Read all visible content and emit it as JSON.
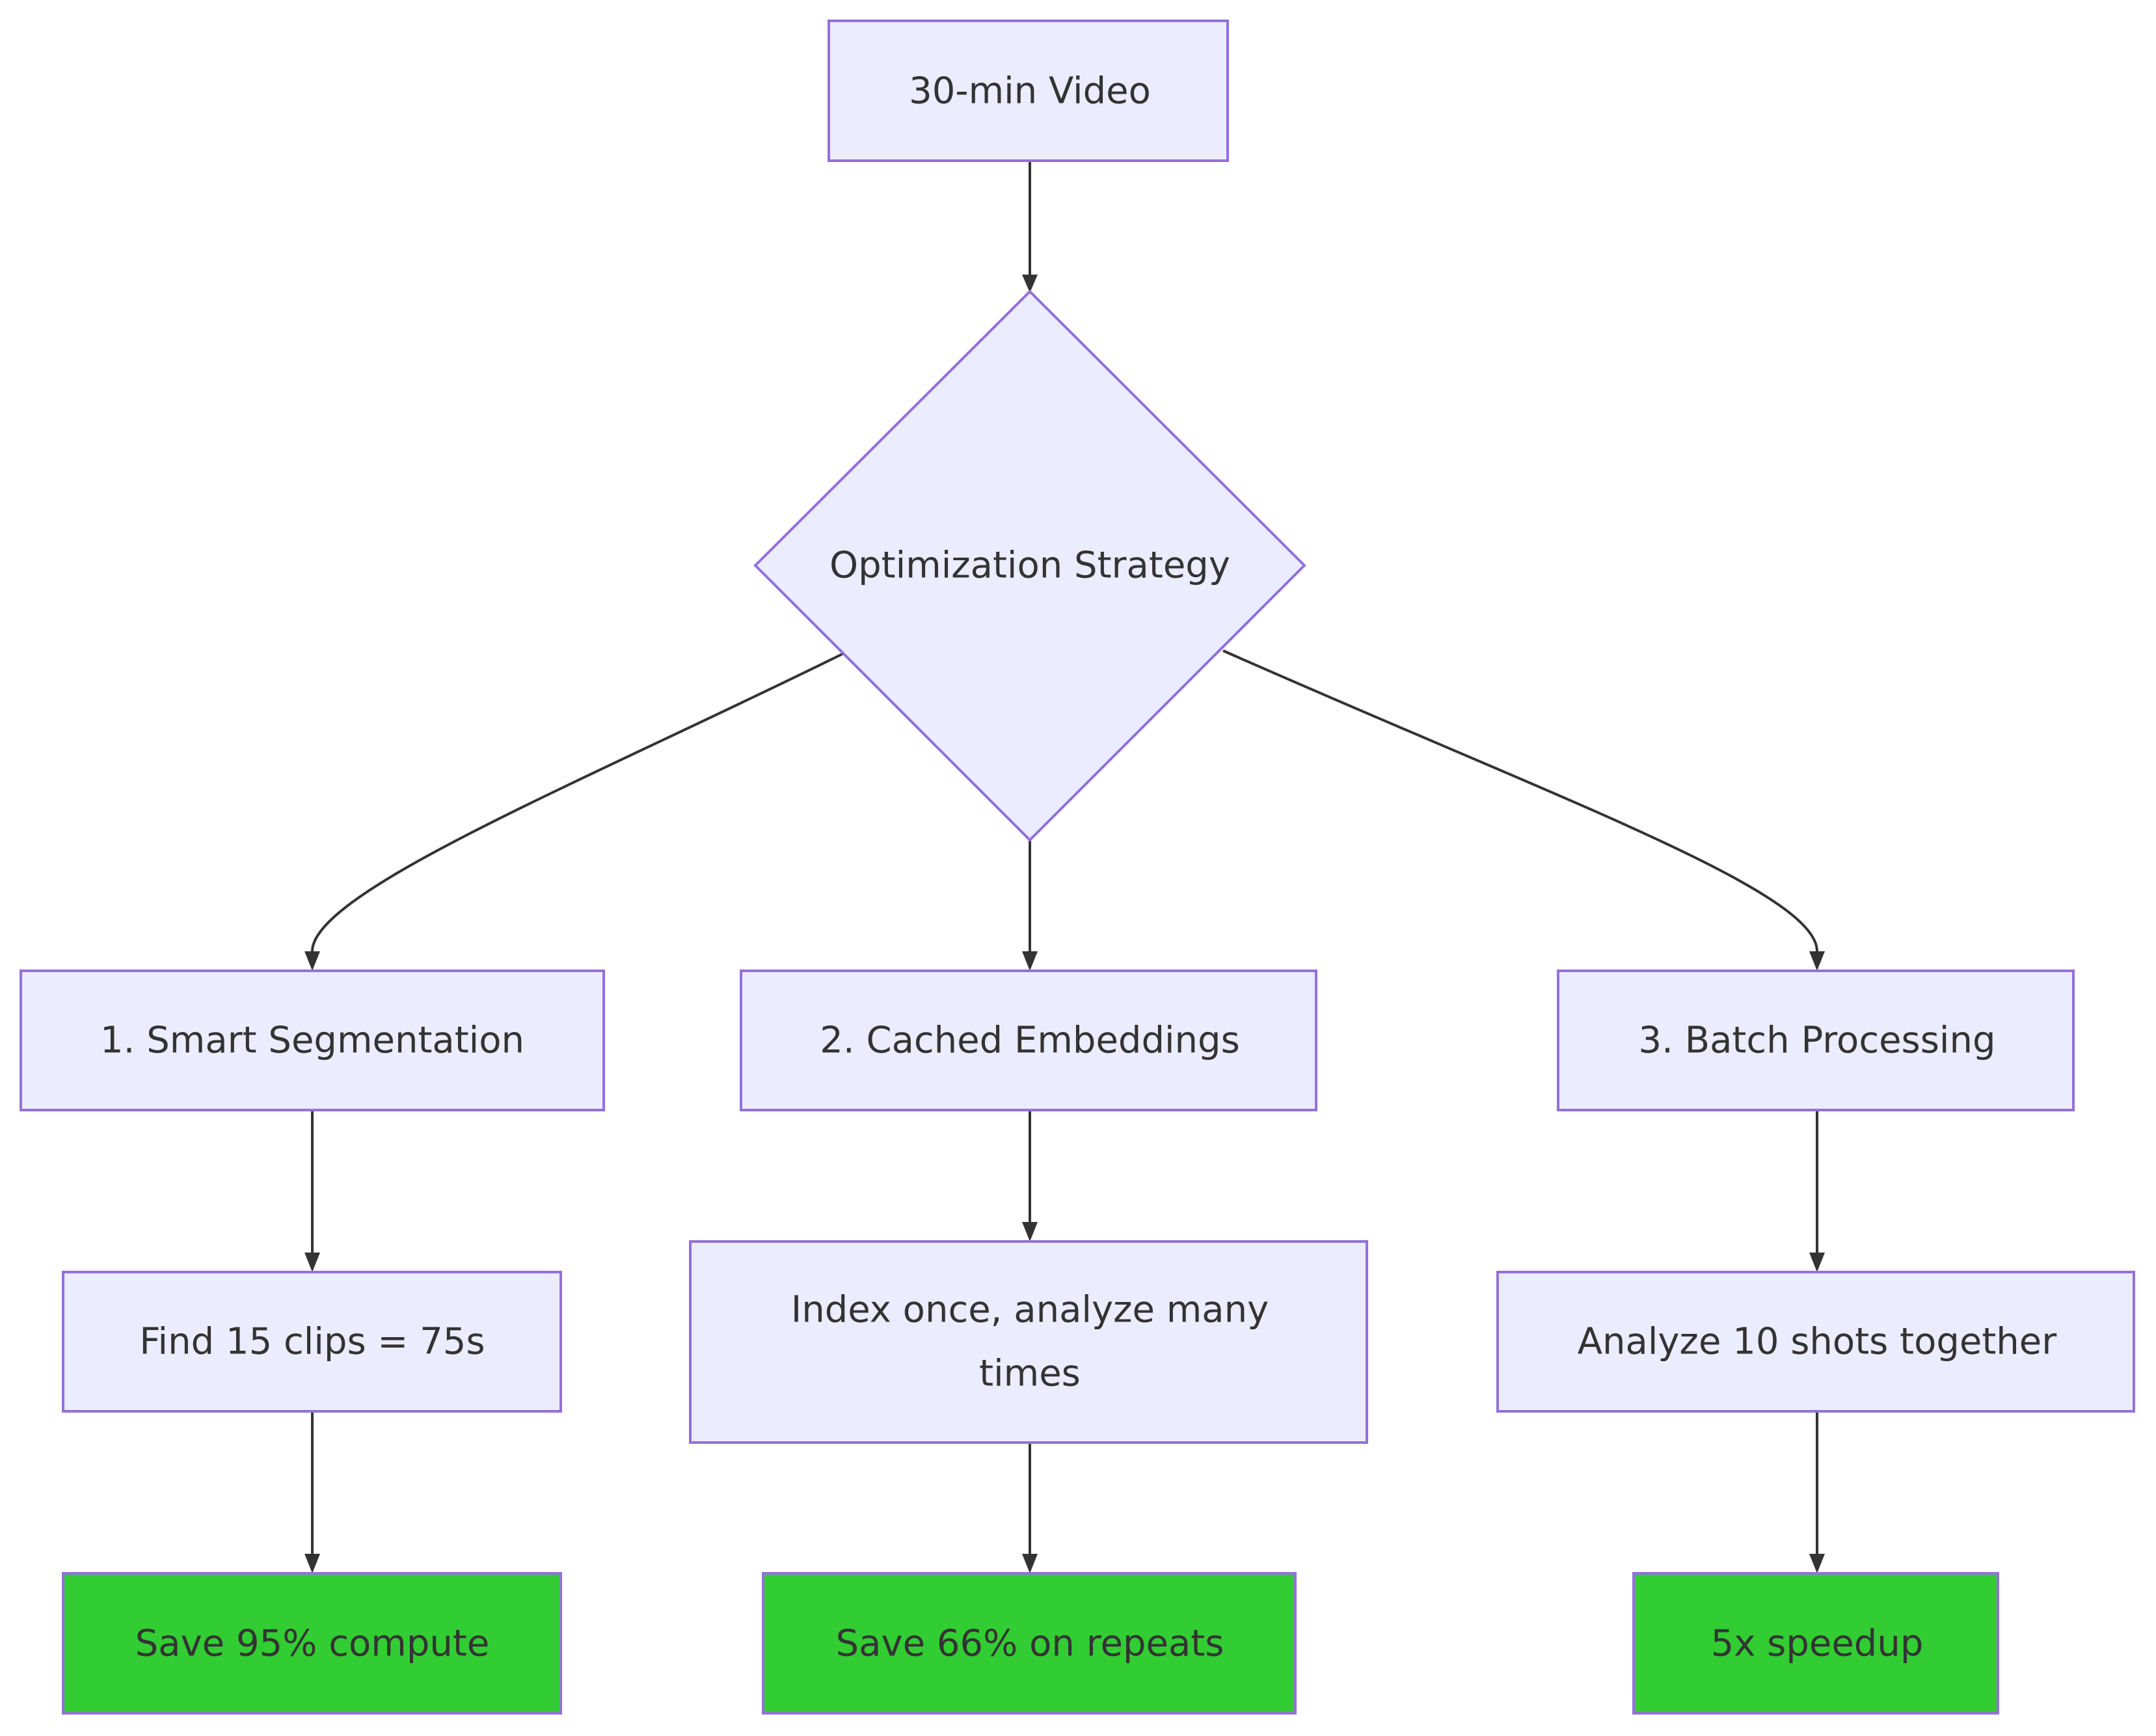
{
  "diagram": {
    "type": "flowchart",
    "direction": "top-down",
    "colors": {
      "node_fill": "#ECECFF",
      "node_stroke": "#9370DB",
      "result_fill": "#32CD32",
      "edge": "#333333",
      "text": "#333333"
    },
    "nodes": {
      "video": {
        "label": "30-min Video",
        "shape": "rectangle"
      },
      "strategy": {
        "label": "Optimization Strategy",
        "shape": "diamond"
      },
      "segmentation": {
        "label": "1. Smart Segmentation",
        "shape": "rectangle"
      },
      "embeddings": {
        "label": "2. Cached Embeddings",
        "shape": "rectangle"
      },
      "batch": {
        "label": "3. Batch Processing",
        "shape": "rectangle"
      },
      "find_clips": {
        "label": "Find 15 clips = 75s",
        "shape": "rectangle"
      },
      "index_once": {
        "label_line1": "Index once, analyze many",
        "label_line2": "times",
        "shape": "rectangle"
      },
      "analyze_shots": {
        "label": "Analyze 10 shots together",
        "shape": "rectangle"
      },
      "save_compute": {
        "label": "Save 95% compute",
        "shape": "rectangle",
        "style": "result"
      },
      "save_repeats": {
        "label": "Save 66% on repeats",
        "shape": "rectangle",
        "style": "result"
      },
      "speedup": {
        "label": "5x speedup",
        "shape": "rectangle",
        "style": "result"
      }
    },
    "edges": [
      {
        "from": "video",
        "to": "strategy"
      },
      {
        "from": "strategy",
        "to": "segmentation"
      },
      {
        "from": "strategy",
        "to": "embeddings"
      },
      {
        "from": "strategy",
        "to": "batch"
      },
      {
        "from": "segmentation",
        "to": "find_clips"
      },
      {
        "from": "embeddings",
        "to": "index_once"
      },
      {
        "from": "batch",
        "to": "analyze_shots"
      },
      {
        "from": "find_clips",
        "to": "save_compute"
      },
      {
        "from": "index_once",
        "to": "save_repeats"
      },
      {
        "from": "analyze_shots",
        "to": "speedup"
      }
    ]
  }
}
